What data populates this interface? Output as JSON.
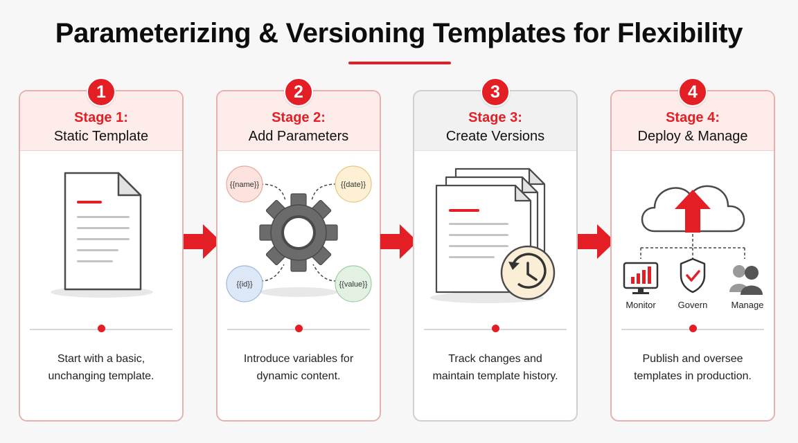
{
  "title": "Parameterizing & Versioning Templates for Flexibility",
  "colors": {
    "accent": "#e31e24",
    "dark": "#444444",
    "gear": "#6b6b6b"
  },
  "stages": [
    {
      "number": "1",
      "label": "Stage 1:",
      "name": "Static Template",
      "description_line1": "Start with a basic,",
      "description_line2": "unchanging template."
    },
    {
      "number": "2",
      "label": "Stage 2:",
      "name": "Add Parameters",
      "description_line1": "Introduce variables for",
      "description_line2": "dynamic content.",
      "params": [
        "{{name}}",
        "{{date}}",
        "{{id}}",
        "{{value}}"
      ]
    },
    {
      "number": "3",
      "label": "Stage 3:",
      "name": "Create Versions",
      "description_line1": "Track changes and",
      "description_line2": "maintain template history."
    },
    {
      "number": "4",
      "label": "Stage 4:",
      "name": "Deploy & Manage",
      "description_line1": "Publish and oversee",
      "description_line2": "templates in production.",
      "actions": [
        "Monitor",
        "Govern",
        "Manage"
      ]
    }
  ]
}
